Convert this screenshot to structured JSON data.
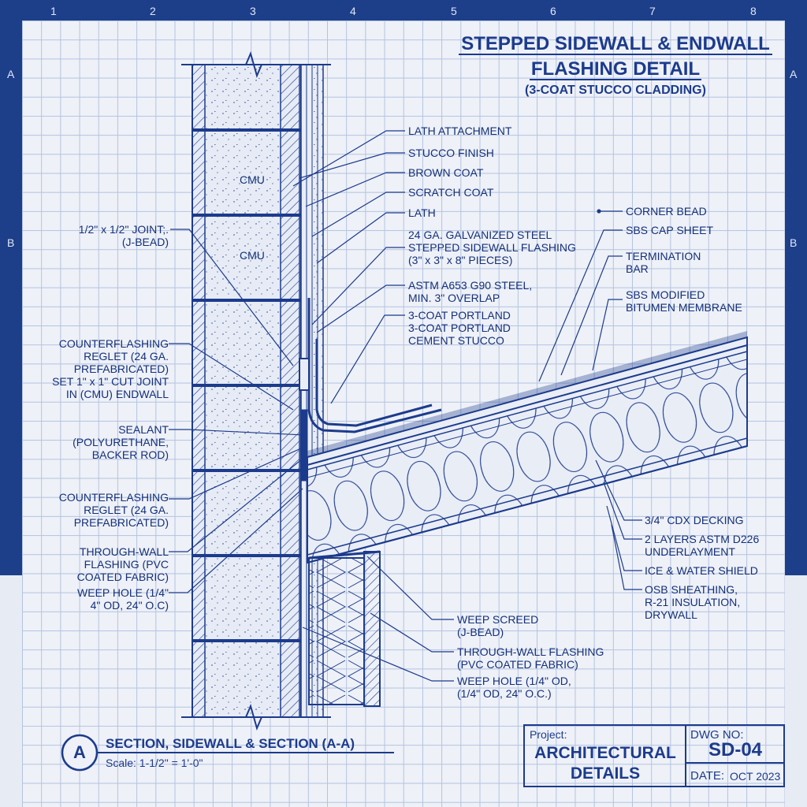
{
  "title": {
    "line1": "STEPPED SIDEWALL & ENDWALL",
    "line2": "FLASHING DETAIL",
    "line3": "(3-COAT STUCCO CLADDING)"
  },
  "grid": {
    "columns": [
      "1",
      "2",
      "3",
      "4",
      "5",
      "6",
      "7",
      "8"
    ],
    "rows": [
      "A",
      "B"
    ]
  },
  "cmu_labels": [
    "CMU",
    "CMU"
  ],
  "left_labels": [
    "1/2\" x 1/2\" JOINT;.\n(J-BEAD)",
    "COUNTERFLASHING\nREGLET (24 GA.\nPREFABRICATED)\nSET 1\" x 1\" CUT JOINT\nIN (CMU) ENDWALL",
    "SEALANT\n(POLYURETHANE,\nBACKER ROD)",
    "COUNTERFLASHING\nREGLET (24 GA.\nPREFABRICATED)",
    "THROUGH-WALL\nFLASHING (PVC\nCOATED FABRIC)",
    "WEEP HOLE (1/4\"\n4\" OD, 24\" O.C)"
  ],
  "center_labels": [
    "LATH ATTACHMENT",
    "STUCCO FINISH",
    "BROWN COAT",
    "SCRATCH COAT",
    "LATH",
    "24 GA. GALVANIZED STEEL\nSTEPPED SIDEWALL FLASHING\n(3\" x 3\" x 8\" PIECES)",
    "ASTM A653 G90 STEEL,\nMIN. 3\" OVERLAP",
    "3-COAT PORTLAND\n3-COAT PORTLAND\nCEMENT STUCCO"
  ],
  "right_labels": [
    "CORNER BEAD",
    "SBS CAP SHEET",
    "TERMINATION\nBAR",
    "SBS MODIFIED\nBITUMEN MEMBRANE",
    "3/4\" CDX DECKING",
    "2 LAYERS ASTM D226\nUNDERLAYMENT",
    "ICE & WATER SHIELD",
    "OSB SHEATHING,\nR-21 INSULATION,\nDRYWALL"
  ],
  "bottom_labels": [
    "WEEP SCREED\n(J-BEAD)",
    "THROUGH-WALL FLASHING\n(PVC COATED FABRIC)",
    "WEEP HOLE (1/4\" OD,\n(1/4\" OD, 24\" O.C.)"
  ],
  "section": {
    "marker": "A",
    "title": "SECTION, SIDEWALL & SECTION (A-A)",
    "scale": "Scale: 1-1/2\" = 1'-0\""
  },
  "title_block": {
    "project_label": "Project:",
    "project_line1": "ARCHITECTURAL",
    "project_line2": "DETAILS",
    "dwg_label": "DWG NO:",
    "dwg_number": "SD-04",
    "date_label": "DATE:",
    "date_value": "OCT 2023"
  },
  "colors": {
    "ink": "#1c3b8c",
    "paper": "#eef1f7",
    "border": "#1d3f8a"
  }
}
